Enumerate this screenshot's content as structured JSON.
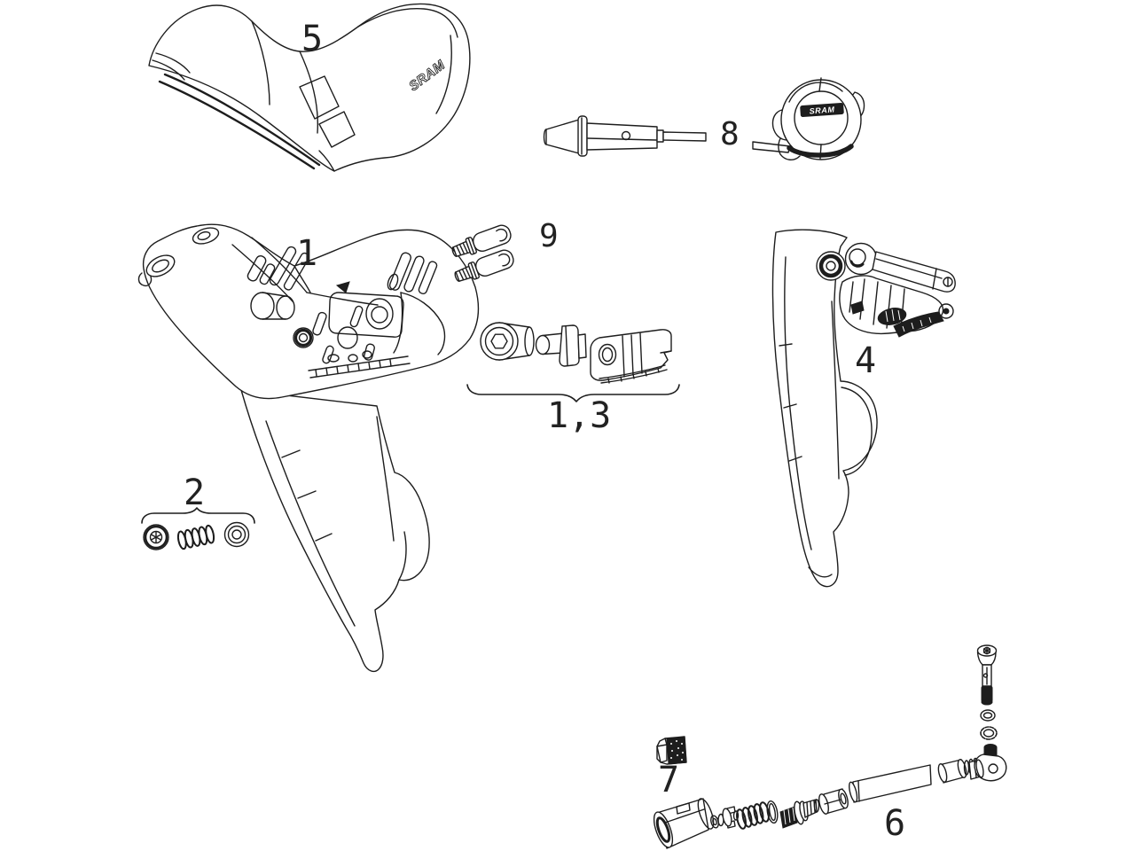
{
  "colors": {
    "background": "#ffffff",
    "line": "#1d1d1d"
  },
  "labels": {
    "part_1": "1",
    "part_1_3": "1,3",
    "part_2": "2",
    "part_4": "4",
    "part_5": "5",
    "part_6": "6",
    "part_7": "7",
    "part_8": "8",
    "part_9": "9"
  },
  "logos": {
    "hood": "SRAM",
    "bleed_block": "SRAM"
  }
}
